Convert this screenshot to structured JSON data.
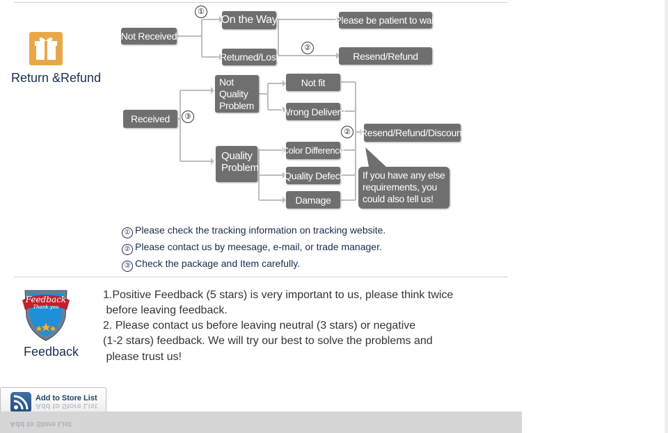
{
  "return_section": {
    "icon": "gift-icon",
    "label": "Return &Refund",
    "accent_color": "#e8a84a"
  },
  "flow": {
    "not_received": "Not Received",
    "on_the_way": "On the Way",
    "returned_lost": "Returned/Lost",
    "be_patient": "Please be patient to wait",
    "resend_refund": "Resend/Refund",
    "received": "Received",
    "not_quality_problem": "Not Quality Problem",
    "quality_problem": "Quality Problem",
    "not_fit": "Not fit",
    "wrong_delivery": "Wrong Delivery",
    "color_difference": "Color Difference",
    "quality_defect": "Quality Defect",
    "damage": "Damage",
    "resend_refund_discount": "Resend/Refund/Discount",
    "else_requirements": "If you have any else requirements, you could also tell us!",
    "step1": "①",
    "step2": "②",
    "step3": "③"
  },
  "notes": [
    {
      "num": "①",
      "text": "Please check the tracking information on tracking website."
    },
    {
      "num": "②",
      "text": "Please contact us by meesage, e-mail, or trade manager."
    },
    {
      "num": "③",
      "text": "Check the package and Item carefully."
    }
  ],
  "feedback_section": {
    "icon": "feedback-shield-icon",
    "badge_line1": "Feedback",
    "badge_line2": "Thank you",
    "label": "Feedback",
    "lines": [
      "1.Positive Feedback (5 stars) is very important to us, please think twice",
      " before leaving feedback.",
      "2. Please contact us before leaving neutral (3 stars) or negative",
      "(1-2 stars) feedback. We will try our best to solve the problems and",
      " please trust us!"
    ]
  },
  "store_button": {
    "label": "Add to Store List",
    "icon": "rss-icon"
  }
}
